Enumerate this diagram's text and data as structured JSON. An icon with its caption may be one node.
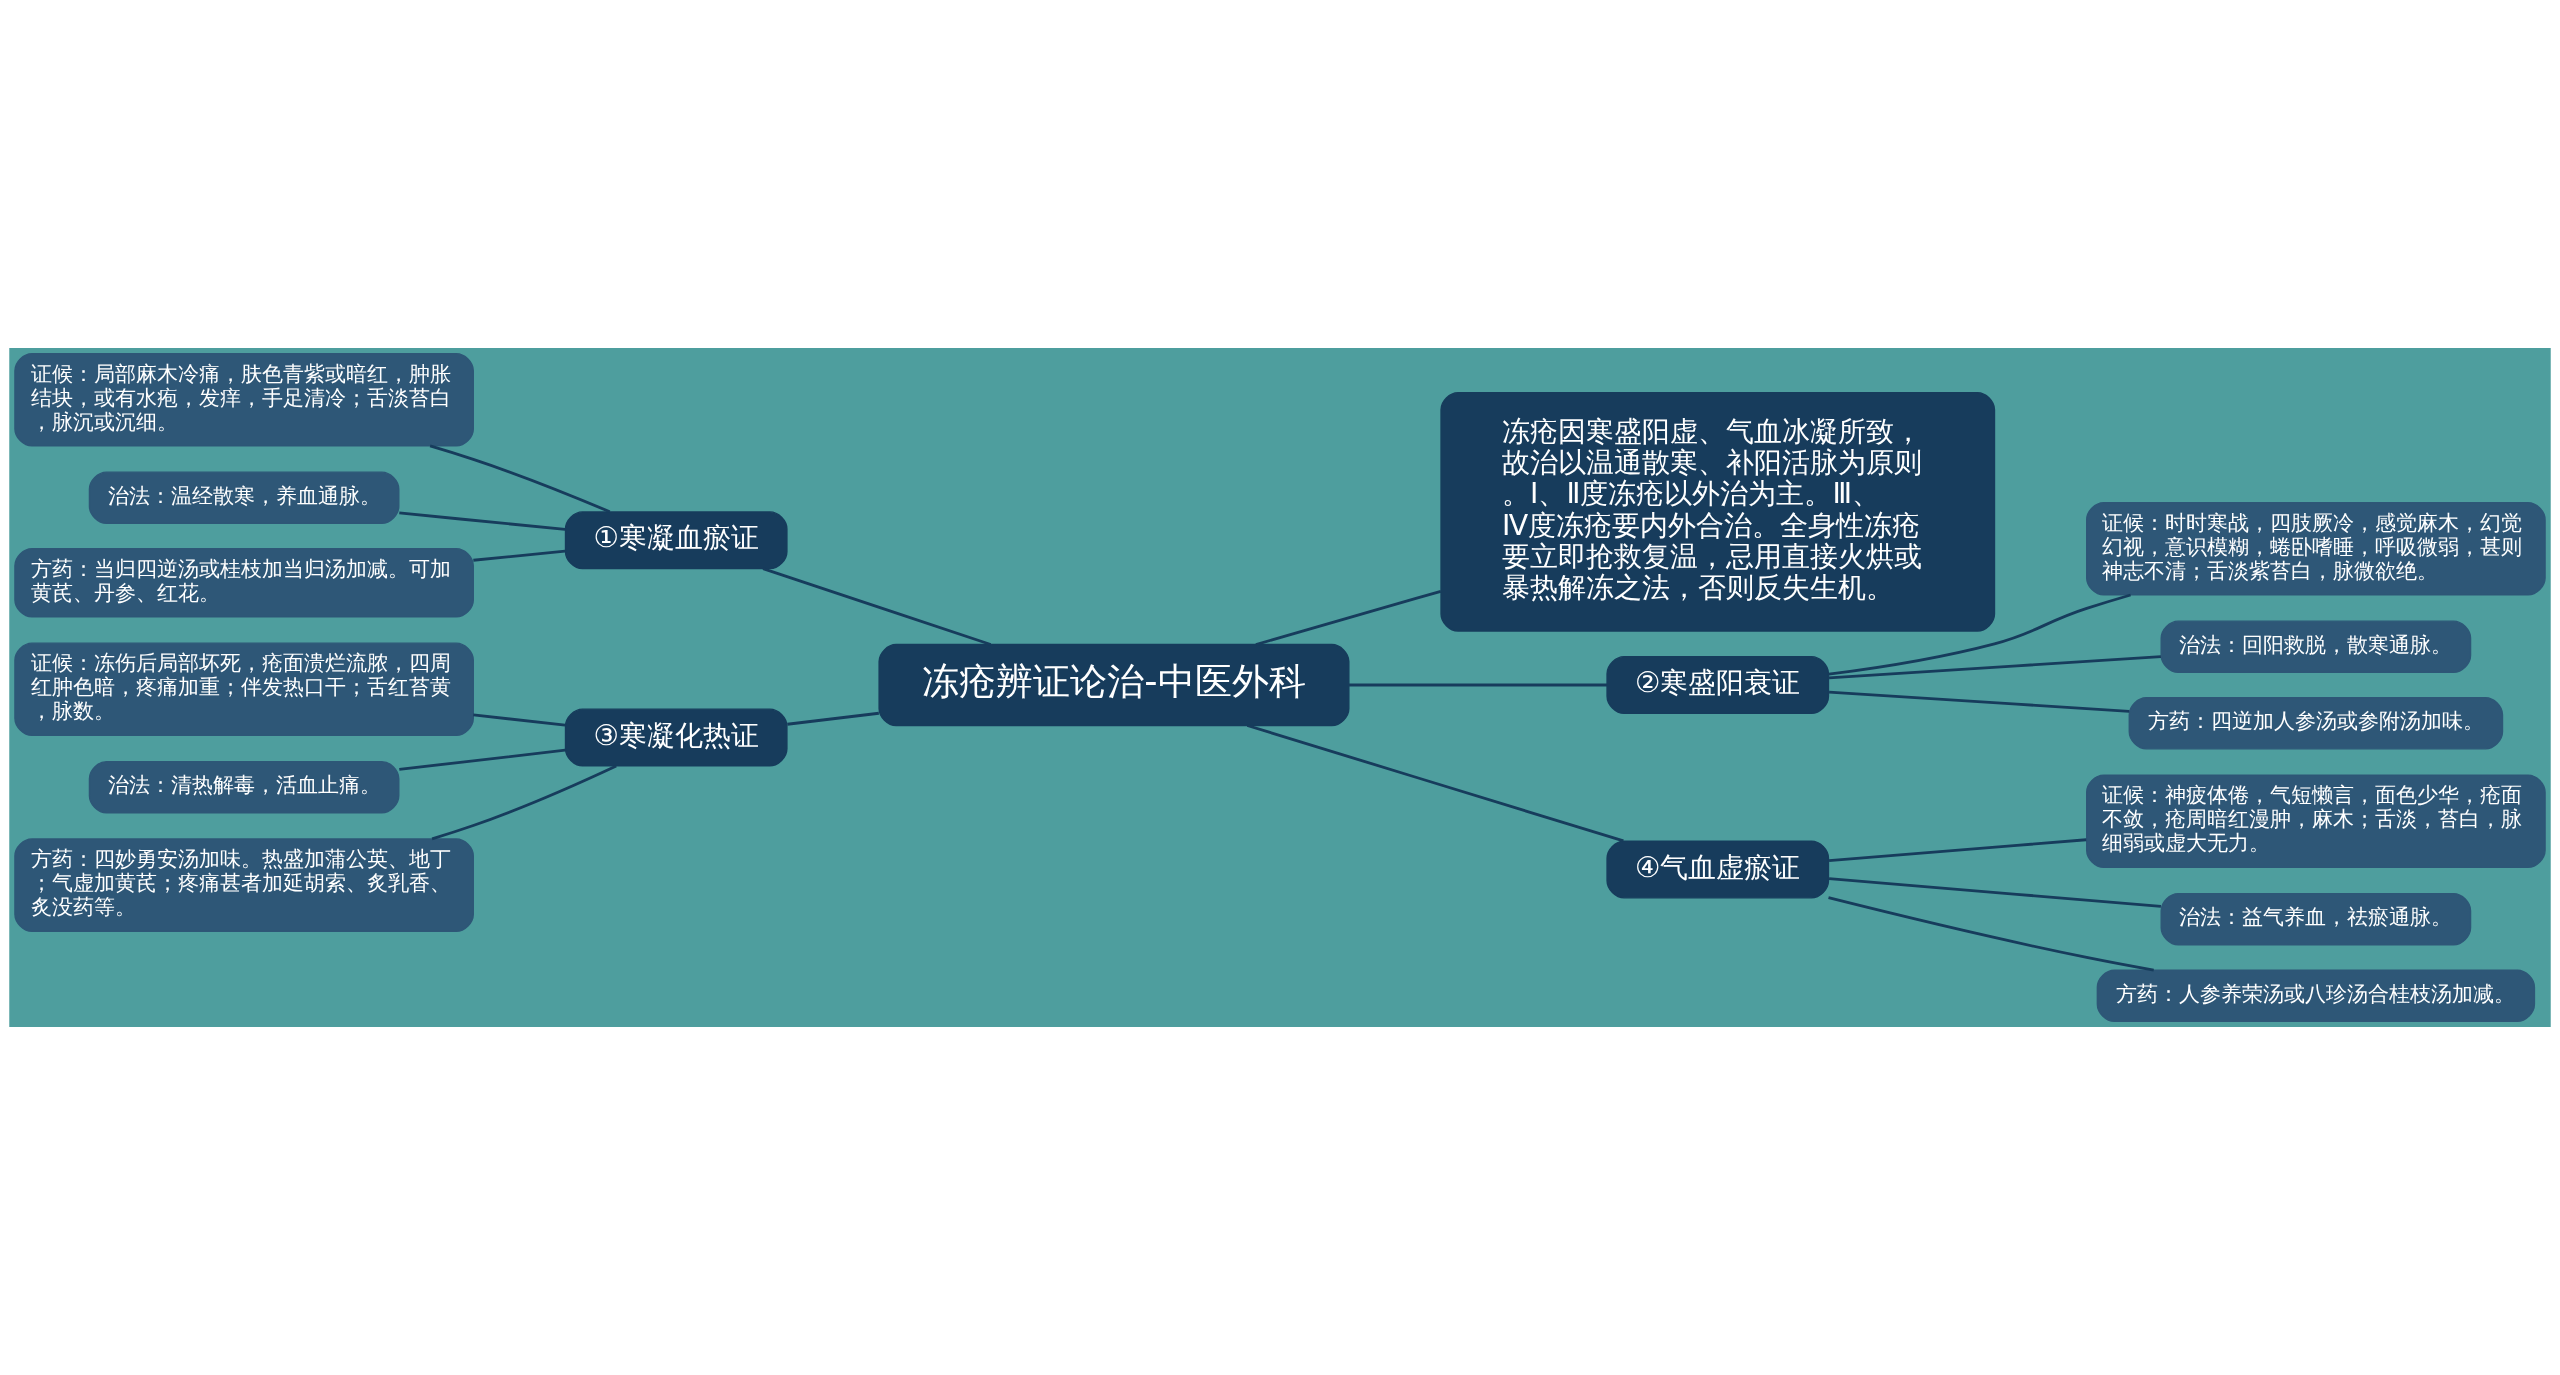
{
  "diagram": {
    "nodes": [
      {
        "text": [
          "冻疮辨证论治-中医外科"
        ]
      },
      {
        "text": [
          "冻疮因寒盛阳虚、气血冰凝所致，故治以温通散寒、补阳活脉为原则。Ⅰ、Ⅱ度冻疮以外治为主。Ⅲ、Ⅳ度冻疮要内外合治。全身性冻疮要立即抢救复温，忌用直接火烘或暴热解冻之法，否则反失生机。"
        ]
      },
      {
        "text": [
          "①寒凝血瘀证"
        ]
      },
      {
        "text": [
          "证候：局部麻木冷痛，肤色青紫或暗红，肿胀结块，或有水疱，发痒，手足清冷；舌淡苔白，脉沉或沉细。"
        ]
      },
      {
        "text": [
          "治法：温经散寒，养血通脉。"
        ]
      },
      {
        "text": [
          "方药：当归四逆汤或桂枝加当归汤加减。可加黄芪、丹参、红花。"
        ]
      },
      {
        "text": [
          "②寒盛阳衰证"
        ]
      },
      {
        "text": [
          "证候：时时寒战，四肢厥冷，感觉麻木，幻觉幻视，意识模糊，蜷卧嗜睡，呼吸微弱，甚则神志不清；舌淡紫苔白，脉微欲绝。"
        ]
      },
      {
        "text": [
          "治法：回阳救脱，散寒通脉。"
        ]
      },
      {
        "text": [
          "方药：四逆加人参汤或参附汤加味。"
        ]
      },
      {
        "text": [
          "③寒凝化热证"
        ]
      },
      {
        "text": [
          "证候：冻伤后局部坏死，疮面溃烂流脓，四周红肿色暗，疼痛加重；伴发热口干；舌红苔黄，脉数。"
        ]
      },
      {
        "text": [
          "治法：清热解毒，活血止痛。"
        ]
      },
      {
        "text": [
          "方药：四妙勇安汤加味。热盛加蒲公英、地丁；气虚加黄芪；疼痛甚者加延胡索、炙乳香、炙没药等。"
        ]
      },
      {
        "text": [
          "④气血虚瘀证"
        ]
      },
      {
        "text": [
          "证候：神疲体倦，气短懒言，面色少华，疮面不敛，疮周暗红漫肿，麻木；舌淡，苔白，脉细弱或虚大无力。"
        ]
      },
      {
        "text": [
          "治法：益气养血，祛瘀通脉。"
        ]
      },
      {
        "text": [
          "方药：人参养荣汤或八珍汤合桂枝汤加减。"
        ]
      }
    ],
    "edges": [
      {
        "from": 0,
        "to": 1,
        "arrow": "none"
      },
      {
        "from": 0,
        "to": 2,
        "arrow": "none"
      },
      {
        "from": 2,
        "to": 3,
        "arrow": "none"
      },
      {
        "from": 2,
        "to": 4,
        "arrow": "none"
      },
      {
        "from": 2,
        "to": 5,
        "arrow": "none"
      },
      {
        "from": 0,
        "to": 6,
        "arrow": "none"
      },
      {
        "from": 6,
        "to": 7,
        "arrow": "none"
      },
      {
        "from": 6,
        "to": 8,
        "arrow": "none"
      },
      {
        "from": 6,
        "to": 9,
        "arrow": "none"
      },
      {
        "from": 0,
        "to": 10,
        "arrow": "none"
      },
      {
        "from": 10,
        "to": 11,
        "arrow": "none"
      },
      {
        "from": 10,
        "to": 12,
        "arrow": "none"
      },
      {
        "from": 10,
        "to": 13,
        "arrow": "none"
      },
      {
        "from": 0,
        "to": 14,
        "arrow": "none"
      },
      {
        "from": 14,
        "to": 15,
        "arrow": "none"
      },
      {
        "from": 14,
        "to": 16,
        "arrow": "none"
      },
      {
        "from": 14,
        "to": 17,
        "arrow": "none"
      }
    ]
  }
}
